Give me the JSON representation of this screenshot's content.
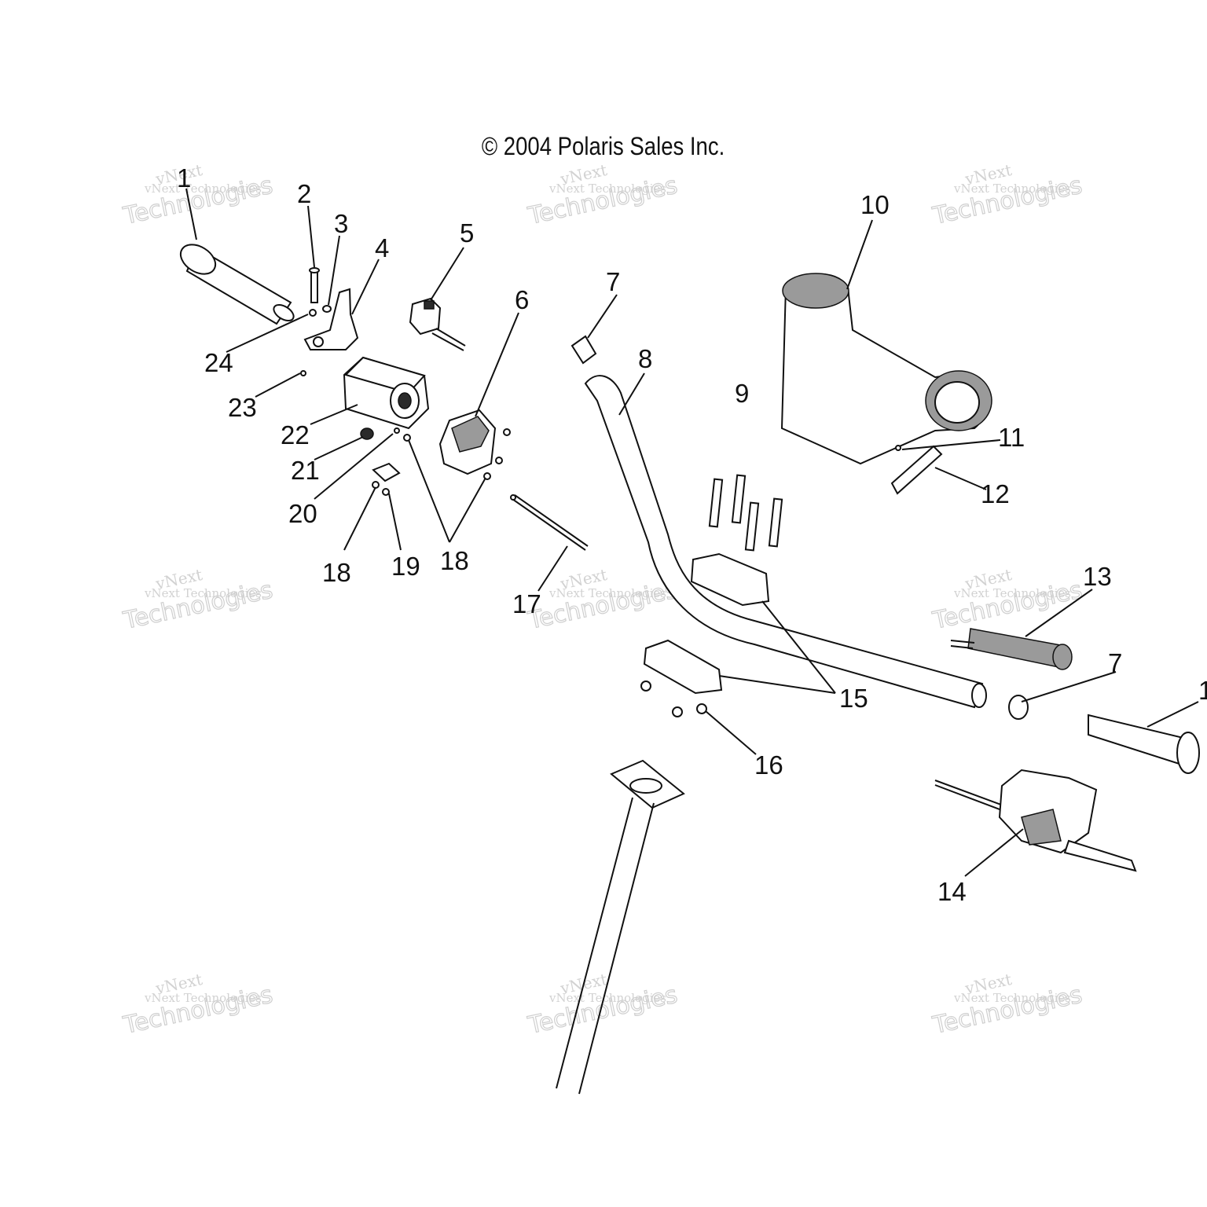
{
  "copyright": "© 2004 Polaris Sales Inc.",
  "watermark": {
    "line1": "vNext",
    "line2": "vNext Technologies",
    "line3": "Technologies"
  },
  "callouts": {
    "c1": "1",
    "c1b": "1",
    "c2": "2",
    "c3": "3",
    "c4": "4",
    "c5": "5",
    "c6": "6",
    "c7a": "7",
    "c7b": "7",
    "c8": "8",
    "c9": "9",
    "c10": "10",
    "c11": "11",
    "c12": "12",
    "c13": "13",
    "c14": "14",
    "c15": "15",
    "c16": "16",
    "c17": "17",
    "c18a": "18",
    "c18b": "18",
    "c19": "19",
    "c20": "20",
    "c21": "21",
    "c22": "22",
    "c23": "23",
    "c24": "24"
  },
  "colors": {
    "line": "#111111",
    "watermark": "#d0d0d0",
    "background": "#ffffff"
  }
}
